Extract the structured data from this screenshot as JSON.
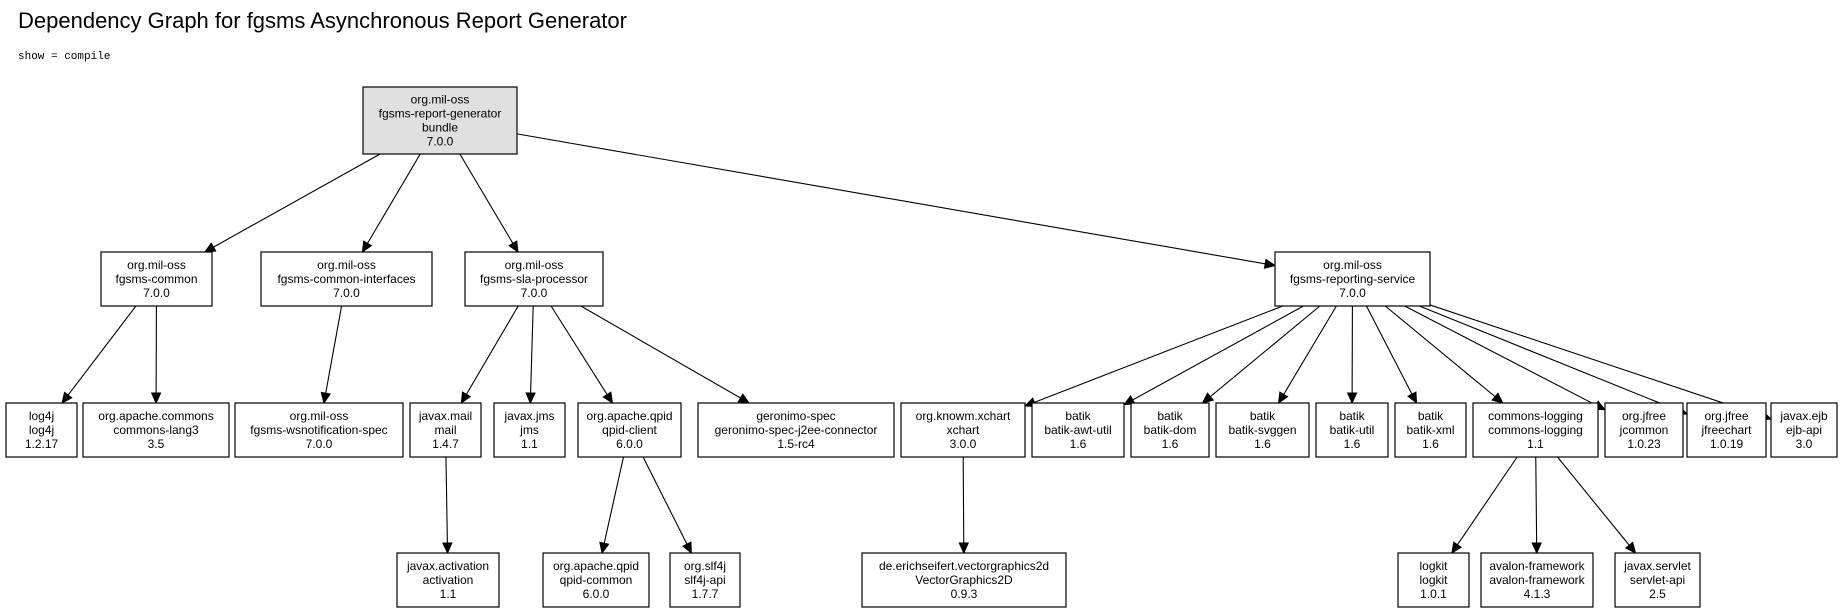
{
  "title": "Dependency Graph for fgsms Asynchronous Report Generator",
  "subtitle": "show = compile",
  "nodes": [
    {
      "id": "root",
      "group": "org.mil-oss",
      "artifact": "fgsms-report-generator",
      "type": "bundle",
      "version": "7.0.0",
      "root": true
    },
    {
      "id": "common",
      "group": "org.mil-oss",
      "artifact": "fgsms-common",
      "version": "7.0.0"
    },
    {
      "id": "common-interfaces",
      "group": "org.mil-oss",
      "artifact": "fgsms-common-interfaces",
      "version": "7.0.0"
    },
    {
      "id": "sla-processor",
      "group": "org.mil-oss",
      "artifact": "fgsms-sla-processor",
      "version": "7.0.0"
    },
    {
      "id": "reporting-service",
      "group": "org.mil-oss",
      "artifact": "fgsms-reporting-service",
      "version": "7.0.0"
    },
    {
      "id": "log4j",
      "group": "log4j",
      "artifact": "log4j",
      "version": "1.2.17"
    },
    {
      "id": "commons-lang3",
      "group": "org.apache.commons",
      "artifact": "commons-lang3",
      "version": "3.5"
    },
    {
      "id": "wsnotification-spec",
      "group": "org.mil-oss",
      "artifact": "fgsms-wsnotification-spec",
      "version": "7.0.0"
    },
    {
      "id": "mail",
      "group": "javax.mail",
      "artifact": "mail",
      "version": "1.4.7"
    },
    {
      "id": "jms",
      "group": "javax.jms",
      "artifact": "jms",
      "version": "1.1"
    },
    {
      "id": "qpid-client",
      "group": "org.apache.qpid",
      "artifact": "qpid-client",
      "version": "6.0.0"
    },
    {
      "id": "geronimo",
      "group": "geronimo-spec",
      "artifact": "geronimo-spec-j2ee-connector",
      "version": "1.5-rc4"
    },
    {
      "id": "xchart",
      "group": "org.knowm.xchart",
      "artifact": "xchart",
      "version": "3.0.0"
    },
    {
      "id": "batik-awt-util",
      "group": "batik",
      "artifact": "batik-awt-util",
      "version": "1.6"
    },
    {
      "id": "batik-dom",
      "group": "batik",
      "artifact": "batik-dom",
      "version": "1.6"
    },
    {
      "id": "batik-svggen",
      "group": "batik",
      "artifact": "batik-svggen",
      "version": "1.6"
    },
    {
      "id": "batik-util",
      "group": "batik",
      "artifact": "batik-util",
      "version": "1.6"
    },
    {
      "id": "batik-xml",
      "group": "batik",
      "artifact": "batik-xml",
      "version": "1.6"
    },
    {
      "id": "commons-logging",
      "group": "commons-logging",
      "artifact": "commons-logging",
      "version": "1.1"
    },
    {
      "id": "jcommon",
      "group": "org.jfree",
      "artifact": "jcommon",
      "version": "1.0.23"
    },
    {
      "id": "jfreechart",
      "group": "org.jfree",
      "artifact": "jfreechart",
      "version": "1.0.19"
    },
    {
      "id": "ejb-api",
      "group": "javax.ejb",
      "artifact": "ejb-api",
      "version": "3.0"
    },
    {
      "id": "activation",
      "group": "javax.activation",
      "artifact": "activation",
      "version": "1.1"
    },
    {
      "id": "qpid-common",
      "group": "org.apache.qpid",
      "artifact": "qpid-common",
      "version": "6.0.0"
    },
    {
      "id": "slf4j-api",
      "group": "org.slf4j",
      "artifact": "slf4j-api",
      "version": "1.7.7"
    },
    {
      "id": "vectorgraphics2d",
      "group": "de.erichseifert.vectorgraphics2d",
      "artifact": "VectorGraphics2D",
      "version": "0.9.3"
    },
    {
      "id": "logkit",
      "group": "logkit",
      "artifact": "logkit",
      "version": "1.0.1"
    },
    {
      "id": "avalon-framework",
      "group": "avalon-framework",
      "artifact": "avalon-framework",
      "version": "4.1.3"
    },
    {
      "id": "servlet-api",
      "group": "javax.servlet",
      "artifact": "servlet-api",
      "version": "2.5"
    }
  ],
  "edges": [
    {
      "from": "root",
      "to": "common"
    },
    {
      "from": "root",
      "to": "common-interfaces"
    },
    {
      "from": "root",
      "to": "sla-processor"
    },
    {
      "from": "root",
      "to": "reporting-service"
    },
    {
      "from": "common",
      "to": "log4j"
    },
    {
      "from": "common",
      "to": "commons-lang3"
    },
    {
      "from": "common-interfaces",
      "to": "wsnotification-spec"
    },
    {
      "from": "sla-processor",
      "to": "mail"
    },
    {
      "from": "sla-processor",
      "to": "jms"
    },
    {
      "from": "sla-processor",
      "to": "qpid-client"
    },
    {
      "from": "sla-processor",
      "to": "geronimo"
    },
    {
      "from": "reporting-service",
      "to": "xchart"
    },
    {
      "from": "reporting-service",
      "to": "batik-awt-util"
    },
    {
      "from": "reporting-service",
      "to": "batik-dom"
    },
    {
      "from": "reporting-service",
      "to": "batik-svggen"
    },
    {
      "from": "reporting-service",
      "to": "batik-util"
    },
    {
      "from": "reporting-service",
      "to": "batik-xml"
    },
    {
      "from": "reporting-service",
      "to": "commons-logging"
    },
    {
      "from": "reporting-service",
      "to": "jcommon"
    },
    {
      "from": "reporting-service",
      "to": "jfreechart"
    },
    {
      "from": "reporting-service",
      "to": "ejb-api"
    },
    {
      "from": "mail",
      "to": "activation"
    },
    {
      "from": "qpid-client",
      "to": "qpid-common"
    },
    {
      "from": "qpid-client",
      "to": "slf4j-api"
    },
    {
      "from": "xchart",
      "to": "vectorgraphics2d"
    },
    {
      "from": "commons-logging",
      "to": "logkit"
    },
    {
      "from": "commons-logging",
      "to": "avalon-framework"
    },
    {
      "from": "commons-logging",
      "to": "servlet-api"
    }
  ]
}
